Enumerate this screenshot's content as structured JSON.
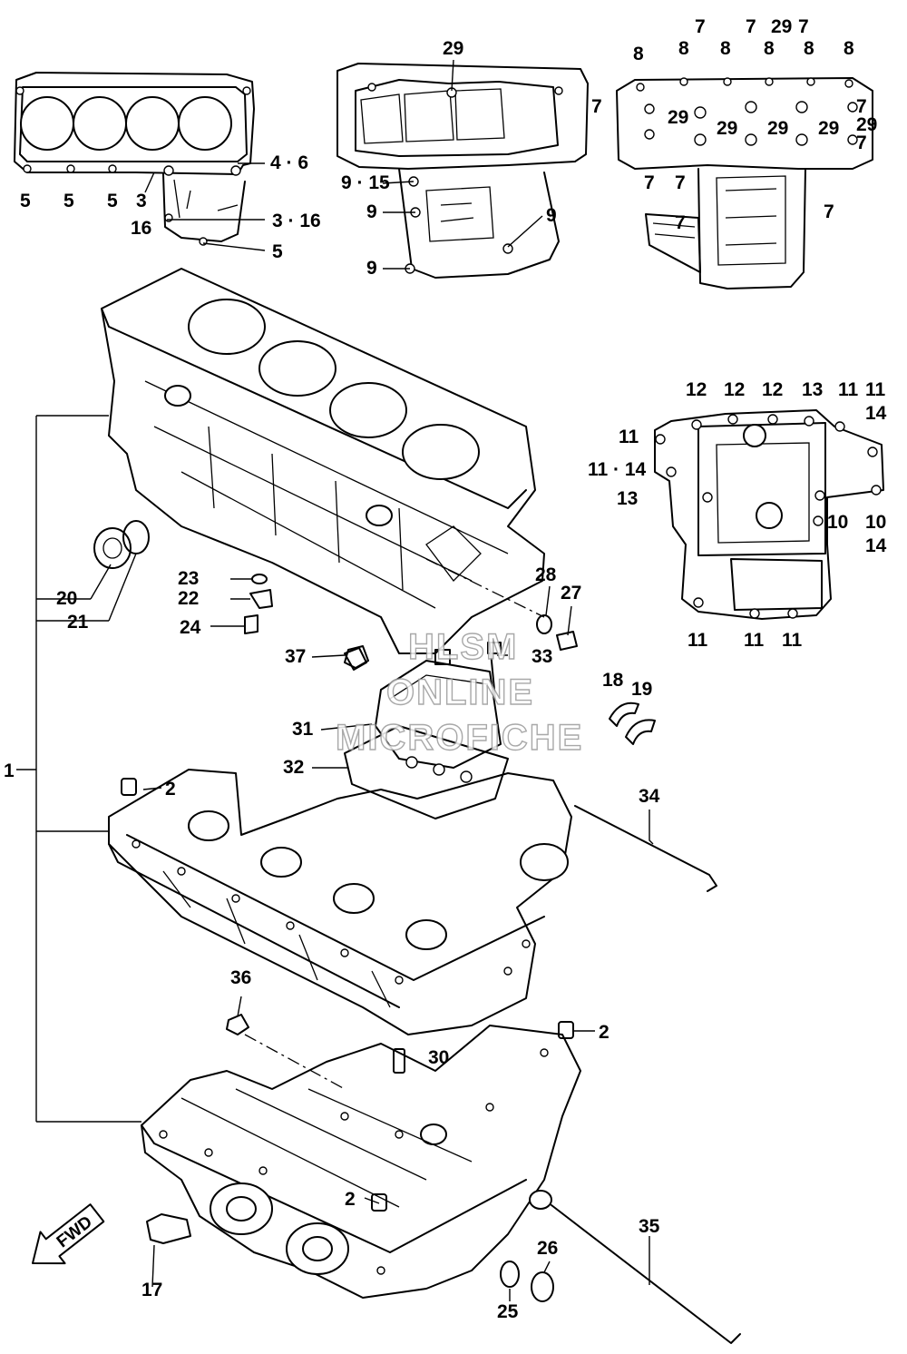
{
  "callouts": {
    "c1": "1",
    "c2a": "2",
    "c2b": "2",
    "c2c": "2",
    "c3": "3",
    "c16": "16",
    "c3_16": "3 · 16",
    "c4_6": "4 · 6",
    "c5a": "5",
    "c5b": "5",
    "c5c": "5",
    "c5d": "5",
    "c7": "7",
    "c8": "8",
    "c9_15": "9 · 15",
    "c9": "9",
    "c10": "10",
    "c11": "11",
    "c11_14": "11 · 14",
    "c12": "12",
    "c13": "13",
    "c14": "14",
    "c17": "17",
    "c18": "18",
    "c19": "19",
    "c20": "20",
    "c21": "21",
    "c22": "22",
    "c23": "23",
    "c24": "24",
    "c25": "25",
    "c26": "26",
    "c27": "27",
    "c28": "28",
    "c29": "29",
    "c30": "30",
    "c31": "31",
    "c32": "32",
    "c33": "33",
    "c34": "34",
    "c35": "35",
    "c36": "36",
    "c37": "37"
  },
  "fwd_label": "FWD",
  "watermark": {
    "line1": "HLSM",
    "line2": "ONLINE",
    "line3": "MICROFICHE"
  }
}
